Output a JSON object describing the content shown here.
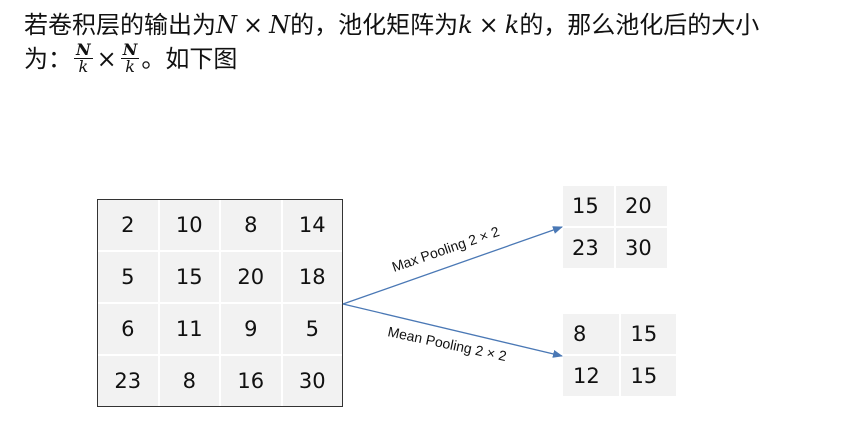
{
  "text": {
    "line1_before_n": "若卷积层的输出为",
    "n": "N",
    "times": "×",
    "after_n": "的，池化矩阵为",
    "k": "k",
    "after_k": "的，那么池化后的大小",
    "line2_prefix": "为：",
    "line2_suffix": "。如下图"
  },
  "input_matrix": [
    [
      "2",
      "10",
      "8",
      "14"
    ],
    [
      "5",
      "15",
      "20",
      "18"
    ],
    [
      "6",
      "11",
      "9",
      "5"
    ],
    [
      "23",
      "8",
      "16",
      "30"
    ]
  ],
  "max_pooling": {
    "label": "Max Pooling 2 × 2",
    "result": [
      [
        "15",
        "20"
      ],
      [
        "23",
        "30"
      ]
    ]
  },
  "mean_pooling": {
    "label": "Mean Pooling 2 × 2",
    "result": [
      [
        "8",
        "15"
      ],
      [
        "12",
        "15"
      ]
    ]
  },
  "colors": {
    "arrow": "#4a78b5",
    "cell": "#f2f2f2"
  }
}
